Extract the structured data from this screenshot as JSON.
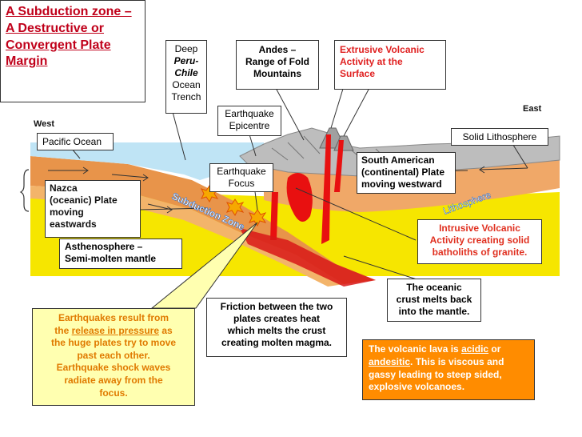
{
  "title": "A Subduction zone – A Destructive or Convergent Plate Margin",
  "compass": {
    "west": "West",
    "east": "East"
  },
  "labels": {
    "deep_trench": {
      "line1": "Deep",
      "line2": "Peru-",
      "line3": "Chile",
      "line4": "Ocean",
      "line5": "Trench"
    },
    "andes": {
      "line1": "Andes –",
      "line2": "Range of Fold",
      "line3": "Mountains"
    },
    "extrusive": {
      "line1": "Extrusive Volcanic",
      "line2": "Activity at the",
      "line3": "Surface"
    },
    "epicentre": {
      "line1": "Earthquake",
      "line2": "Epicentre"
    },
    "pacific": "Pacific Ocean",
    "solid_litho": "Solid Lithosphere",
    "focus": {
      "line1": "Earthquake",
      "line2": "Focus"
    },
    "south_american": {
      "line1": "South American",
      "line2": "(continental) Plate",
      "line3": "moving westward"
    },
    "nazca": {
      "line1": "Nazca",
      "line2": "(oceanic) Plate",
      "line3": "moving",
      "line4": "eastwards"
    },
    "subduction_zone": "Subduction Zone",
    "lithosphere": "Lithosphere",
    "intrusive": {
      "line1": "Intrusive Volcanic",
      "line2": "Activity creating solid",
      "line3": "batholiths of granite."
    },
    "asthenosphere": {
      "line1": "Asthenosphere –",
      "line2": "Semi-molten mantle"
    },
    "oceanic_crust": {
      "line1": "The oceanic",
      "line2": "crust melts back",
      "line3": "into the mantle."
    },
    "earthquakes": {
      "line1": "Earthquakes result from",
      "line2a": "the ",
      "line2b": "release in pressure",
      "line2c": " as",
      "line3": "the huge plates try to move",
      "line4": "past each other.",
      "line5": "Earthquake shock waves",
      "line6": "radiate away from the",
      "line7": "focus."
    },
    "friction": {
      "line1": "Friction between the two",
      "line2": "plates creates heat",
      "line3": "which melts the crust",
      "line4": "creating molten magma."
    },
    "lava": {
      "line1a": "The volcanic lava is ",
      "line1b": "acidic",
      "line1c": " or",
      "line2a": "andesitic",
      "line2b": ". This is viscous and",
      "line3": "gassy leading to steep sided,",
      "line4": "explosive volcanoes."
    }
  },
  "colors": {
    "title_red": "#c0001a",
    "extrusive_red": "#e02020",
    "intrusive_red": "#e03020",
    "lava_box": "#ff8c00",
    "ocean": "#bfe4f5",
    "crust_orange": "#e8944a",
    "mantle_yellow": "#f6e600",
    "continent_grey": "#bdbdbd",
    "magma_red": "#e81010"
  }
}
